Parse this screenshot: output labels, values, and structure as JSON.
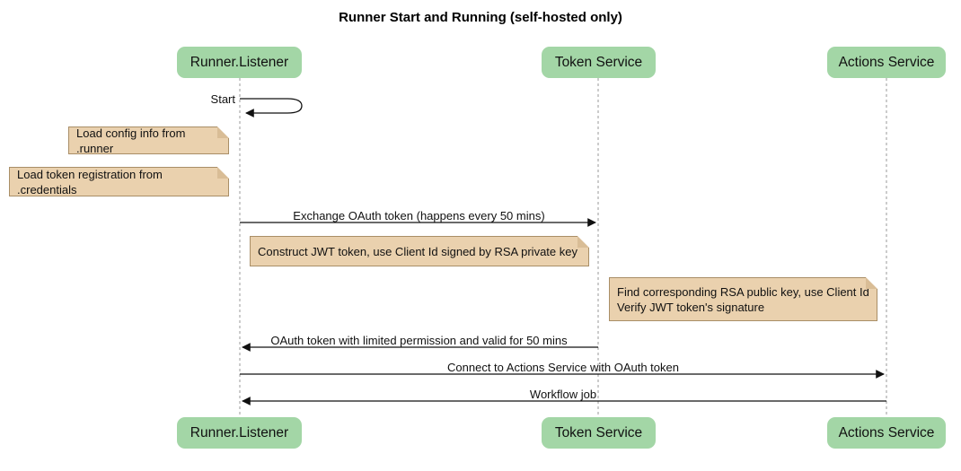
{
  "title": "Runner Start and Running (self-hosted only)",
  "participants": [
    {
      "name": "Runner.Listener"
    },
    {
      "name": "Token Service"
    },
    {
      "name": "Actions Service"
    }
  ],
  "messages": [
    {
      "label": "Start",
      "kind": "self"
    },
    {
      "label": "Exchange OAuth token (happens every 50 mins)",
      "kind": "solid-arrow",
      "from": "Runner.Listener",
      "to": "Token Service"
    },
    {
      "label": "OAuth token with limited permission and valid for 50 mins",
      "kind": "solid-arrow",
      "from": "Token Service",
      "to": "Runner.Listener"
    },
    {
      "label": "Connect to Actions Service with OAuth token",
      "kind": "solid-arrow",
      "from": "Runner.Listener",
      "to": "Actions Service"
    },
    {
      "label": "Workflow job",
      "kind": "solid-arrow",
      "from": "Actions Service",
      "to": "Runner.Listener"
    }
  ],
  "notes": [
    {
      "text": "Load config info from .runner"
    },
    {
      "text": "Load token registration from .credentials"
    },
    {
      "text": "Construct JWT token, use Client Id signed by RSA private key"
    },
    {
      "text": "Find corresponding RSA public key, use Client Id\nVerify JWT token's signature"
    }
  ],
  "colors": {
    "actor_fill": "#a3d6a6",
    "note_fill": "#ead1ae",
    "note_border": "#a98e67",
    "note_fold": "#d9bd96",
    "lifeline": "#999999",
    "arrow": "#111111",
    "text": "#111111"
  }
}
